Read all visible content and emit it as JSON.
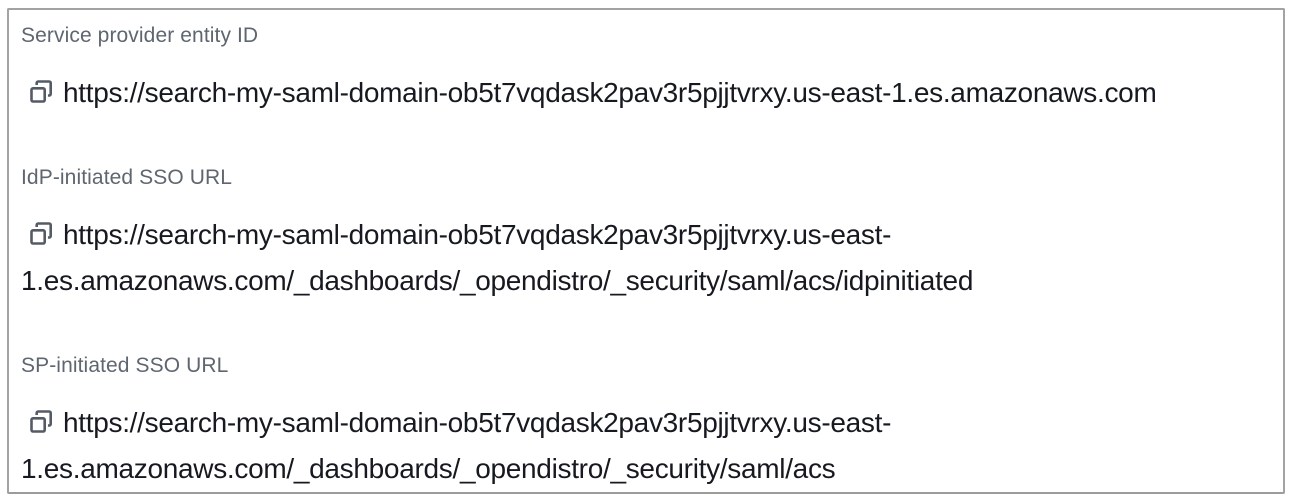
{
  "panel": {
    "fields": [
      {
        "label": "Service provider entity ID",
        "url": "https://search-my-saml-domain-ob5t7vqdask2pav3r5pjjtvrxy.us-east-1.es.amazonaws.com",
        "lines": [
          "https://search-my-saml-domain-ob5t7vqdask2pav3r5pjjtvrxy.us-east-1.es.amazonaws.com"
        ],
        "copy_icon": "copy-icon"
      },
      {
        "label": "IdP-initiated SSO URL",
        "url": "https://search-my-saml-domain-ob5t7vqdask2pav3r5pjjtvrxy.us-east-1.es.amazonaws.com/_dashboards/_opendistro/_security/saml/acs/idpinitiated",
        "lines": [
          "https://search-my-saml-domain-ob5t7vqdask2pav3r5pjjtvrxy.us-east-",
          "1.es.amazonaws.com/_dashboards/_opendistro/_security/saml/acs/idpinitiated"
        ],
        "copy_icon": "copy-icon"
      },
      {
        "label": "SP-initiated SSO URL",
        "url": "https://search-my-saml-domain-ob5t7vqdask2pav3r5pjjtvrxy.us-east-1.es.amazonaws.com/_dashboards/_opendistro/_security/saml/acs",
        "lines": [
          "https://search-my-saml-domain-ob5t7vqdask2pav3r5pjjtvrxy.us-east-",
          "1.es.amazonaws.com/_dashboards/_opendistro/_security/saml/acs"
        ],
        "copy_icon": "copy-icon"
      }
    ],
    "colors": {
      "label_text": "#5f6670",
      "url_text": "#16191f",
      "icon": "#545b64",
      "border": "#a3a3a3"
    }
  }
}
